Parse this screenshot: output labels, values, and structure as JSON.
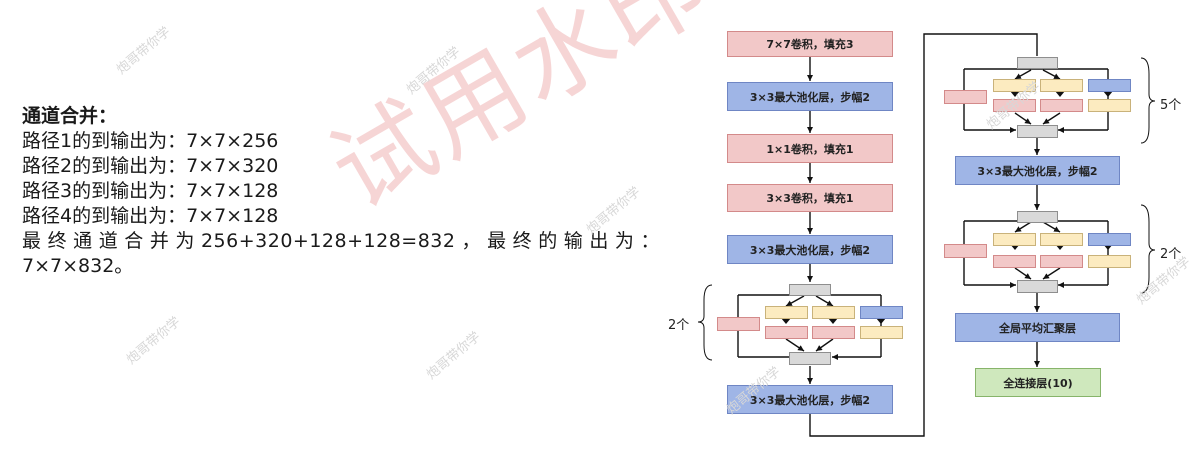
{
  "text": {
    "title": "通道合并：",
    "lines": [
      "路径1的到输出为：7×7×256",
      "路径2的到输出为：7×7×320",
      "路径3的到输出为：7×7×128",
      "路径4的到输出为：7×7×128",
      "最终通道合并为256+320+128+128=832，最终的输出为：",
      "7×7×832。"
    ]
  },
  "diagram": {
    "layers": [
      "7×7卷积，填充3",
      "3×3最大池化层，步幅2",
      "1×1卷积，填充1",
      "3×3卷积，填充1",
      "3×3最大池化层，步幅2",
      "3×3最大池化层，步幅2",
      "3×3最大池化层，步幅2",
      "全局平均汇聚层",
      "全连接层(10)"
    ],
    "repeat_labels": [
      "2个",
      "5个",
      "2个"
    ]
  },
  "watermark": {
    "main": "试用水印",
    "small": "炮哥带你学"
  },
  "colors": {
    "pink": "#f2c8c8",
    "blue": "#9fb5e6",
    "green": "#cfe8bd",
    "cream": "#fcebc0",
    "gray": "#d9d9d9"
  }
}
